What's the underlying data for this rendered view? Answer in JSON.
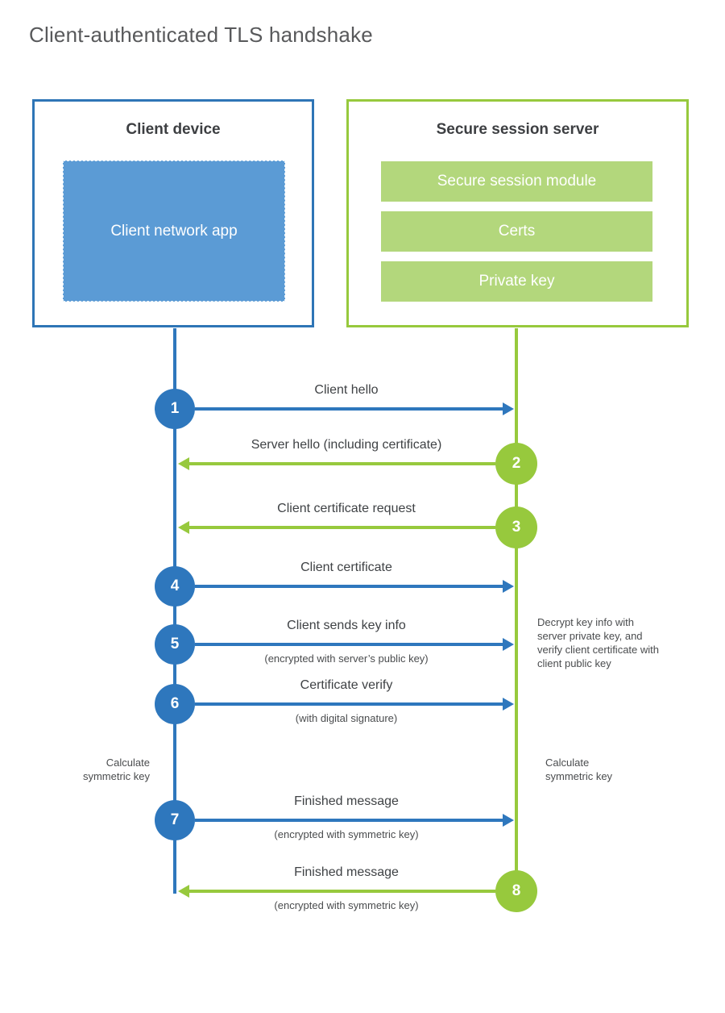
{
  "title": "Client-authenticated TLS handshake",
  "client": {
    "title": "Client device",
    "app_label": "Client network app"
  },
  "server": {
    "title": "Secure session server",
    "modules": [
      "Secure session module",
      "Certs",
      "Private key"
    ]
  },
  "steps": [
    {
      "num": "1",
      "from": "client",
      "label": "Client hello"
    },
    {
      "num": "2",
      "from": "server",
      "label": "Server hello (including certificate)"
    },
    {
      "num": "3",
      "from": "server",
      "label": "Client certificate request"
    },
    {
      "num": "4",
      "from": "client",
      "label": "Client certificate"
    },
    {
      "num": "5",
      "from": "client",
      "label": "Client sends key info",
      "sublabel": "(encrypted with server’s public key)"
    },
    {
      "num": "6",
      "from": "client",
      "label": "Certificate verify",
      "sublabel": "(with digital signature)"
    },
    {
      "num": "7",
      "from": "client",
      "label": "Finished message",
      "sublabel": "(encrypted with symmetric key)"
    },
    {
      "num": "8",
      "from": "server",
      "label": "Finished message",
      "sublabel": "(encrypted with symmetric key)"
    }
  ],
  "annotations": {
    "decrypt_note": "Decrypt key info with server private key, and verify client certificate with client public key",
    "calculate_left": "Calculate symmetric key",
    "calculate_right": "Calculate symmetric key"
  },
  "colors": {
    "blue_line": "#2e77bd",
    "blue_border": "#2e75b6",
    "blue_fill": "#5b9bd5",
    "green": "#97c93d",
    "green_fill": "#b3d77c",
    "title_text": "#58595b",
    "heading_text": "#3d3f42",
    "label_text": "#3f4245"
  }
}
